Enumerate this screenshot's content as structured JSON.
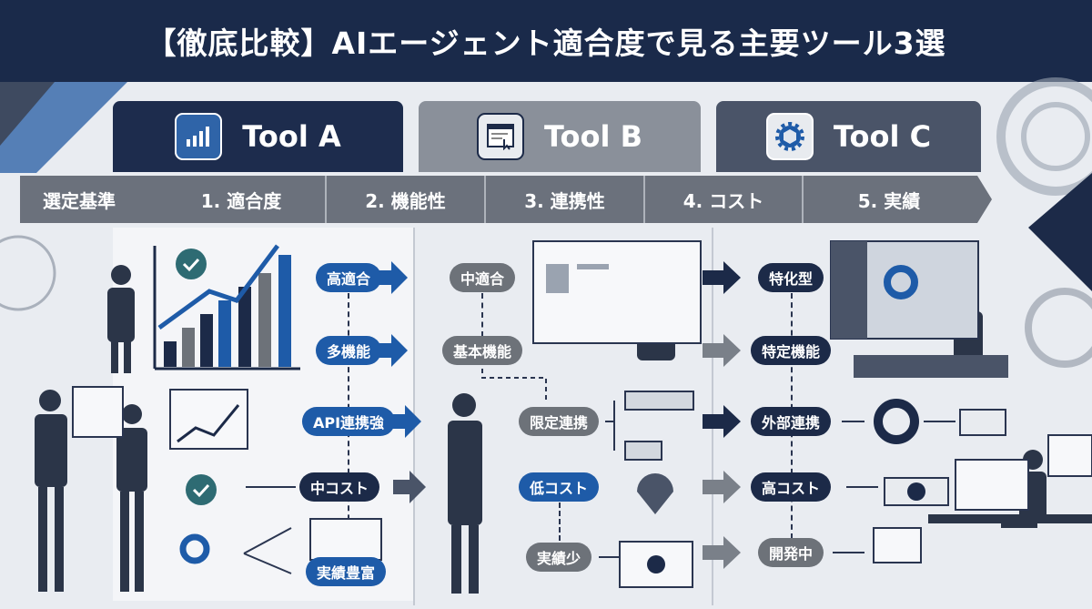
{
  "title": "【徹底比較】AIエージェント適合度で見る主要ツール3選",
  "tools": [
    {
      "label": "Tool A",
      "icon": "bar-chart-icon",
      "color": "#1d2c4d"
    },
    {
      "label": "Tool B",
      "icon": "browser-click-icon",
      "color": "#8a909a"
    },
    {
      "label": "Tool C",
      "icon": "gear-cube-icon",
      "color": "#4a5468"
    }
  ],
  "criteria": {
    "header": "選定基準",
    "items": [
      "1. 適合度",
      "2. 機能性",
      "3. 連携性",
      "4. コスト",
      "5. 実績"
    ]
  },
  "tool_a": {
    "fit": "高適合",
    "function": "多機能",
    "integration": "API連携強",
    "cost": "中コスト",
    "record": "実績豊富"
  },
  "tool_b": {
    "fit": "中適合",
    "function": "基本機能",
    "integration": "限定連携",
    "cost": "低コスト",
    "record": "実績少"
  },
  "tool_c": {
    "fit": "特化型",
    "function": "特定機能",
    "integration": "外部連携",
    "cost": "高コスト",
    "record": "開発中"
  },
  "colors": {
    "navy": "#1c2a48",
    "blue": "#1e5ba8",
    "gray": "#6d7279",
    "background": "#e9ecf1"
  }
}
